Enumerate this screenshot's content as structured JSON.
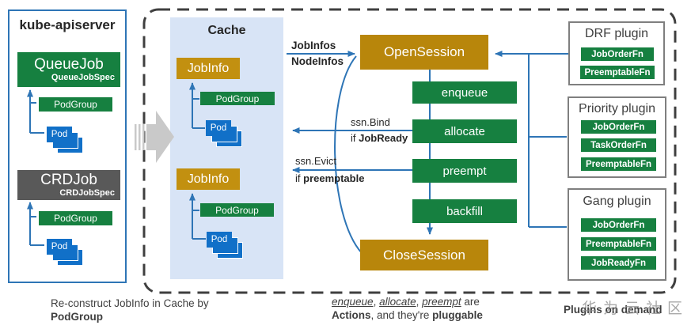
{
  "diagram": {
    "apiserver": {
      "title": "kube-apiserver",
      "queuejob": {
        "name": "QueueJob",
        "spec": "QueueJobSpec",
        "podgroup": "PodGroup",
        "pod": "Pod"
      },
      "crdjob": {
        "name": "CRDJob",
        "spec": "CRDJobSpec",
        "podgroup": "PodGroup",
        "pod": "Pod"
      }
    },
    "cache": {
      "title": "Cache",
      "groups": [
        {
          "jobinfo": "JobInfo",
          "podgroup": "PodGroup",
          "pod": "Pod"
        },
        {
          "jobinfo": "JobInfo",
          "podgroup": "PodGroup",
          "pod": "Pod"
        }
      ]
    },
    "session": {
      "open": "OpenSession",
      "close": "CloseSession",
      "actions": [
        "enqueue",
        "allocate",
        "preempt",
        "backfill"
      ],
      "inputs": {
        "line1": "JobInfos",
        "line2": "NodeInfos"
      },
      "bind": {
        "call": "ssn.Bind",
        "cond_prefix": "if ",
        "cond": "JobReady"
      },
      "evict": {
        "call": "ssn.Evict",
        "cond_prefix": "if ",
        "cond": "preemptable"
      }
    },
    "plugins": [
      {
        "title": "DRF plugin",
        "functions": [
          "JobOrderFn",
          "PreemptableFn"
        ]
      },
      {
        "title": "Priority plugin",
        "functions": [
          "JobOrderFn",
          "TaskOrderFn",
          "PreemptableFn"
        ]
      },
      {
        "title": "Gang plugin",
        "functions": [
          "JobOrderFn",
          "PreemptableFn",
          "JobReadyFn"
        ]
      }
    ],
    "notes": {
      "cache_note": {
        "line1": "Re-construct JobInfo in Cache by",
        "line2": "PodGroup"
      },
      "actions_note": {
        "term1": "enqueue",
        "sep1": ", ",
        "term2": "allocate",
        "sep2": ", ",
        "term3": "preempt",
        "suffix1": " are",
        "bold1": "Actions",
        "mid": ", and they're ",
        "bold2": "pluggable"
      },
      "plugins_note": "Plugins on demand",
      "watermark": "华为云社区"
    },
    "colors": {
      "green": "#168040",
      "session_gold": "#B8860B",
      "jobinfo_gold": "#C29010",
      "pod_blue": "#1170C8",
      "line_blue": "#2E75B6",
      "cache_bg": "#D8E4F6",
      "crdjob_gray": "#595959",
      "dashed_border": "#3F3F3F"
    }
  }
}
